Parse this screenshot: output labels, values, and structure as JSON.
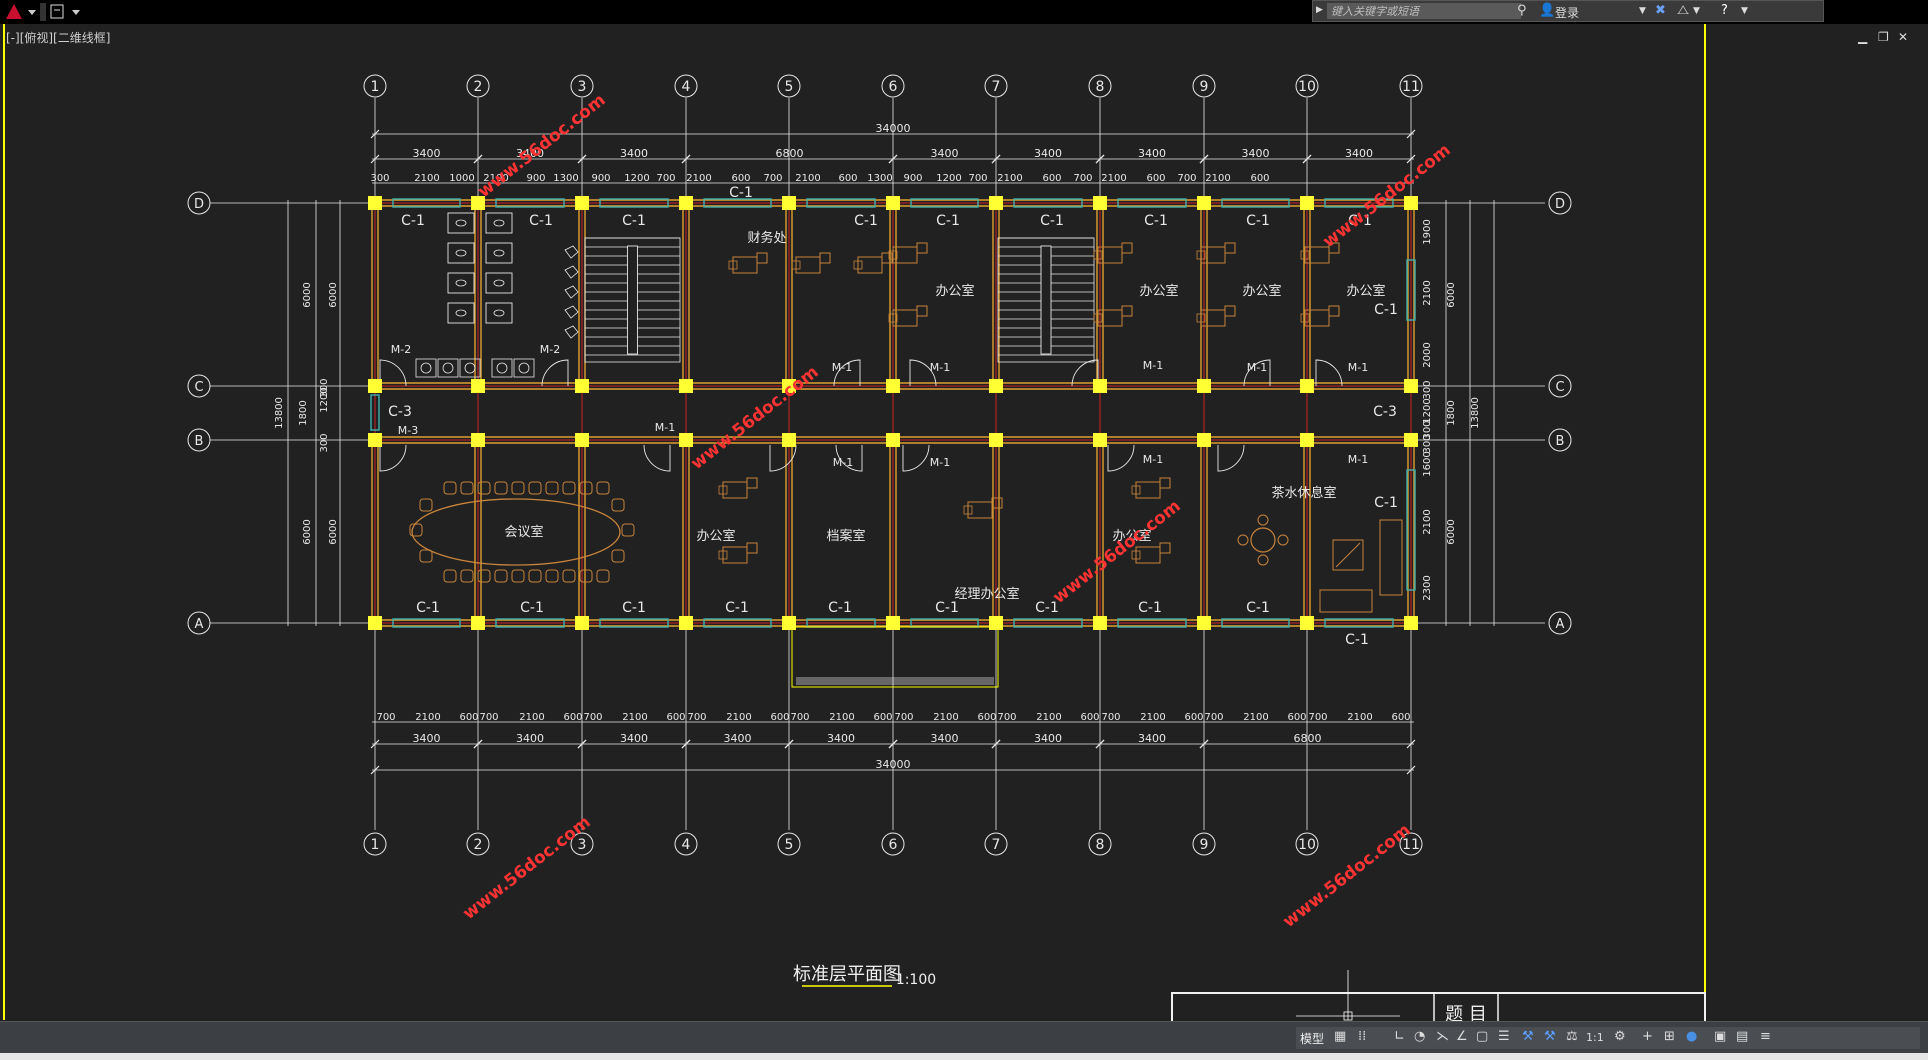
{
  "app": {
    "search_placeholder": "键入关键字或短语",
    "login_label": "登录",
    "viewport_label": "[-][俯视][二维线框]",
    "status_model_tab": "模型",
    "annotation_scale": "1:1"
  },
  "drawing": {
    "title": "标准层平面图",
    "scale": "1:100",
    "title_block_label": "题 目",
    "watermark": "www.56doc.com",
    "axis_numbers": [
      "1",
      "2",
      "3",
      "4",
      "5",
      "6",
      "7",
      "8",
      "9",
      "10",
      "11"
    ],
    "axis_letters": [
      "D",
      "C",
      "B",
      "A"
    ],
    "top_overall": "34000",
    "top_bays": [
      "3400",
      "3400",
      "3400",
      "6800",
      "3400",
      "3400",
      "3400",
      "3400",
      "3400"
    ],
    "top_details": [
      "300",
      "2100",
      "1000",
      "2100",
      "900",
      "1300",
      "900",
      "1200",
      "700",
      "2100",
      "600",
      "700",
      "2100",
      "600",
      "1300",
      "900",
      "1200",
      "700",
      "2100",
      "600",
      "700",
      "2100",
      "600",
      "700",
      "2100",
      "600"
    ],
    "bottom_details": [
      "700",
      "2100",
      "600",
      "700",
      "2100",
      "600",
      "700",
      "2100",
      "600",
      "700",
      "2100",
      "600",
      "700",
      "2100",
      "600",
      "700",
      "2100",
      "600",
      "700",
      "2100",
      "600",
      "700",
      "2100",
      "600",
      "700",
      "2100",
      "600",
      "700",
      "2100",
      "600",
      "700",
      "2100",
      "600"
    ],
    "bottom_bays": [
      "3400",
      "3400",
      "3400",
      "3400",
      "3400",
      "3400",
      "3400",
      "3400",
      "6800"
    ],
    "bottom_overall": "34000",
    "left_dims": [
      "6000",
      "6000",
      "13800",
      "1800",
      "1200",
      "300",
      "300",
      "6000",
      "6000"
    ],
    "right_dims": [
      "1900",
      "2100",
      "2000",
      "6000",
      "300",
      "1200",
      "300",
      "1800",
      "13800",
      "300",
      "1600",
      "2100",
      "2300",
      "6000"
    ],
    "rooms": {
      "finance": "财务处",
      "office": "办公室",
      "meeting": "会议室",
      "archive": "档案室",
      "manager": "经理办公室",
      "tearoom": "茶水休息室"
    },
    "tags": {
      "window1": "C-1",
      "window3": "C-3",
      "door1": "M-1",
      "door2": "M-2",
      "door3": "M-3"
    }
  },
  "colors": {
    "background": "#212121",
    "axis": "#e8e8e8",
    "wall": "#e0a030",
    "column": "#ffff33",
    "window": "#3fb0b0",
    "grid": "#cc2222",
    "watermark": "#ff3333",
    "text": "#e8e8e8",
    "furniture": "#c8843c",
    "accent_yellow": "#ffff00"
  }
}
